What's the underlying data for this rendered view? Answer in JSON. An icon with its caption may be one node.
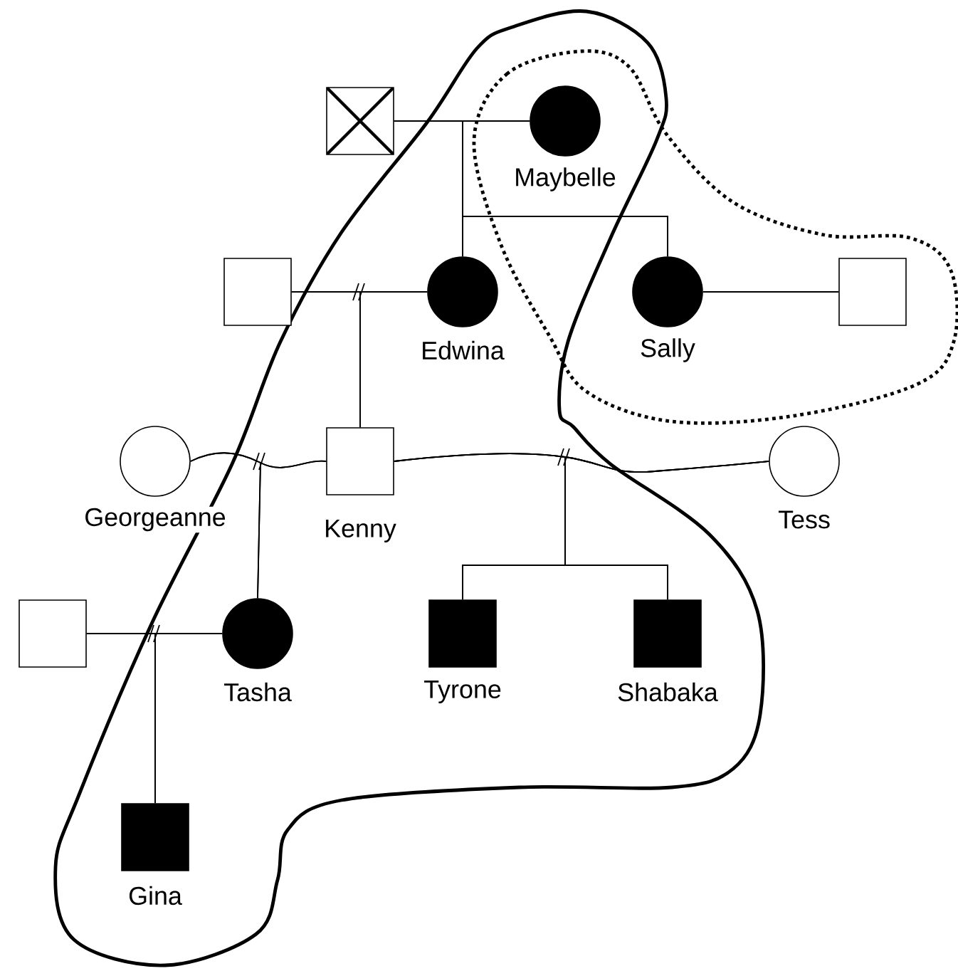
{
  "diagram": {
    "nodes": [
      {
        "text": [],
        "shape": "box"
      },
      {
        "text": [],
        "shape": "circle",
        "beside": [
          "Maybelle"
        ]
      },
      {
        "text": [],
        "shape": "box"
      },
      {
        "text": [],
        "shape": "circle",
        "beside": [
          "Edwina"
        ]
      },
      {
        "text": [],
        "shape": "circle",
        "beside": [
          "Sally"
        ]
      },
      {
        "text": [],
        "shape": "box"
      },
      {
        "text": [],
        "shape": "circle",
        "beside": [
          "Georgeanne"
        ]
      },
      {
        "text": [],
        "shape": "box",
        "beside": [
          "Kenny"
        ]
      },
      {
        "text": [],
        "shape": "circle",
        "beside": [
          "Tess"
        ]
      },
      {
        "text": [],
        "shape": "box"
      },
      {
        "text": [],
        "shape": "circle",
        "beside": [
          "Tasha"
        ]
      },
      {
        "text": [],
        "shape": "box",
        "beside": [
          "Tyrone"
        ]
      },
      {
        "text": [],
        "shape": "box",
        "beside": [
          "Shabaka"
        ]
      },
      {
        "text": [],
        "shape": "box",
        "beside": [
          "Gina"
        ]
      }
    ],
    "edges": [
      {
        "from": 0,
        "to": 1,
        "arrow": "none"
      },
      {
        "from": 2,
        "to": 3,
        "arrow": "none"
      },
      {
        "from": 4,
        "to": 5,
        "arrow": "none"
      },
      {
        "from": 6,
        "to": 7,
        "arrow": "none"
      },
      {
        "from": 7,
        "to": 8,
        "arrow": "none"
      },
      {
        "from": 9,
        "to": 10,
        "arrow": "none"
      },
      {
        "from": 0,
        "to": 3,
        "arrow": "none"
      },
      {
        "from": 1,
        "to": 3,
        "arrow": "none"
      },
      {
        "from": 0,
        "to": 4,
        "arrow": "none"
      },
      {
        "from": 1,
        "to": 4,
        "arrow": "none"
      },
      {
        "from": 2,
        "to": 7,
        "arrow": "none"
      },
      {
        "from": 3,
        "to": 7,
        "arrow": "none"
      },
      {
        "from": 6,
        "to": 10,
        "arrow": "none"
      },
      {
        "from": 7,
        "to": 10,
        "arrow": "none"
      },
      {
        "from": 7,
        "to": 11,
        "arrow": "none"
      },
      {
        "from": 8,
        "to": 11,
        "arrow": "none"
      },
      {
        "from": 7,
        "to": 12,
        "arrow": "none"
      },
      {
        "from": 8,
        "to": 12,
        "arrow": "none"
      },
      {
        "from": 9,
        "to": 13,
        "arrow": "none"
      },
      {
        "from": 10,
        "to": 13,
        "arrow": "none"
      }
    ]
  }
}
